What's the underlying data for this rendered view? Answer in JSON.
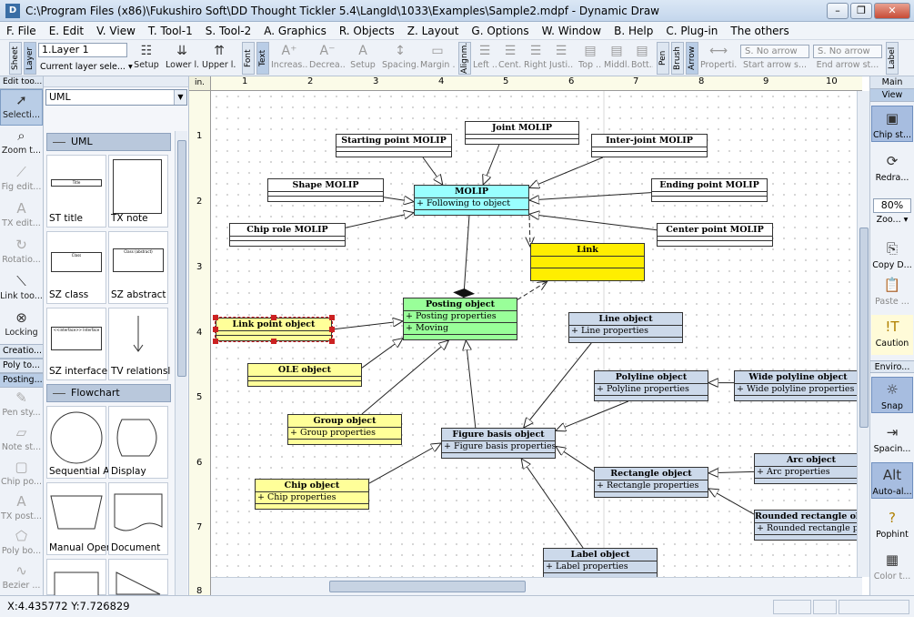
{
  "window": {
    "title": "C:\\Program Files (x86)\\Fukushiro Soft\\DD Thought Tickler 5.4\\LangId\\1033\\Examples\\Sample2.mdpf - Dynamic Draw",
    "app_icon": "dd-app-icon",
    "minimize": "–",
    "restore": "❐",
    "close": "✕"
  },
  "menu": [
    "F. File",
    "E. Edit",
    "V. View",
    "T. Tool-1",
    "S. Tool-2",
    "A. Graphics",
    "R. Objects",
    "Z. Layout",
    "G. Options",
    "W. Window",
    "B. Help",
    "C. Plug-in",
    "The others"
  ],
  "toolbar": {
    "tabs": {
      "sheet": "Sheet",
      "layer": "Layer",
      "font": "Font",
      "text": "Text",
      "alignment": "Alignm.",
      "pen": "Pen",
      "brush": "Brush",
      "arrow": "Arrow",
      "label": "Label"
    },
    "layer_value": "1.Layer 1",
    "layer_caption": "Current layer sele...",
    "setup": "Setup",
    "lower": "Lower l...",
    "upper": "Upper l...",
    "increase": "Increas...",
    "decrease": "Decrea...",
    "text_setup": "Setup",
    "spacing": "Spacing...",
    "margin": "Margin ...",
    "left": "Left ...",
    "center": "Cent...",
    "right": "Right...",
    "justify": "Justi...",
    "top": "Top ...",
    "middle": "Middl...",
    "bottom": "Bott...",
    "properties": "Properti...",
    "start_arrow_value": "S. No arrow",
    "start_arrow_caption": "Start arrow s...",
    "end_arrow_value": "S. No arrow",
    "end_arrow_caption": "End arrow st..."
  },
  "left_tools": {
    "header": "Edit too...",
    "items": [
      {
        "label": "Selecti...",
        "icon": "arrow-pointer-icon"
      },
      {
        "label": "Zoom t...",
        "icon": "magnifier-icon"
      },
      {
        "label": "Fig edit...",
        "icon": "fig-edit-icon"
      },
      {
        "label": "TX edit...",
        "icon": "text-edit-icon"
      },
      {
        "label": "Rotatio...",
        "icon": "rotate-icon"
      },
      {
        "label": "Link too...",
        "icon": "link-tool-icon"
      },
      {
        "label": "Locking",
        "icon": "lock-icon"
      }
    ],
    "bars": [
      "Creatio...",
      "Poly to...",
      "Posting..."
    ],
    "items2": [
      {
        "label": "Pen sty...",
        "icon": "pen-style-icon"
      },
      {
        "label": "Note st...",
        "icon": "note-style-icon"
      },
      {
        "label": "Chip po...",
        "icon": "chip-post-icon"
      },
      {
        "label": "TX post...",
        "icon": "text-post-icon"
      },
      {
        "label": "Poly bo...",
        "icon": "poly-box-icon"
      },
      {
        "label": "Bezier ...",
        "icon": "bezier-icon"
      }
    ]
  },
  "shape_panel": {
    "category_select": "UML",
    "categories": [
      "UML",
      "Flowchart"
    ],
    "uml_items": [
      "ST title",
      "TX note",
      "SZ class",
      "SZ abstract",
      "SZ interface",
      "TV relationsl"
    ],
    "thumb_texts": {
      "title": "Title",
      "class": "Class",
      "abstract": "Class (abstract)",
      "interface": "<<interface>> Interface"
    },
    "flow_items": [
      "Sequential A",
      "Display",
      "Manual Oper",
      "Document"
    ]
  },
  "ruler": {
    "corner": "in.",
    "h_labels": [
      "1",
      "2",
      "3",
      "4",
      "5",
      "6",
      "7",
      "8",
      "9",
      "10"
    ],
    "v_labels": [
      "1",
      "2",
      "3",
      "4",
      "5",
      "6",
      "7",
      "8"
    ]
  },
  "diagram": {
    "boxes": [
      {
        "id": "starting",
        "name": "Starting point MOLIP",
        "props": [],
        "color": "#ffffff"
      },
      {
        "id": "joint",
        "name": "Joint MOLIP",
        "props": [],
        "color": "#ffffff"
      },
      {
        "id": "interjoint",
        "name": "Inter-joint MOLIP",
        "props": [],
        "color": "#ffffff"
      },
      {
        "id": "shape",
        "name": "Shape MOLIP",
        "props": [],
        "color": "#ffffff"
      },
      {
        "id": "molip",
        "name": "MOLIP",
        "props": [
          "+ Following to object"
        ],
        "color": "#99ffff"
      },
      {
        "id": "ending",
        "name": "Ending point MOLIP",
        "props": [],
        "color": "#ffffff"
      },
      {
        "id": "chiprole",
        "name": "Chip role MOLIP",
        "props": [],
        "color": "#ffffff"
      },
      {
        "id": "center",
        "name": "Center point MOLIP",
        "props": [],
        "color": "#ffffff"
      },
      {
        "id": "link",
        "name": "Link",
        "props": [],
        "color": "#ffee00"
      },
      {
        "id": "posting",
        "name": "Posting object",
        "props": [
          "+ Posting properties",
          "+ Moving"
        ],
        "color": "#99ff99"
      },
      {
        "id": "linkpoint",
        "name": "Link point object",
        "props": [],
        "color": "#ffff99"
      },
      {
        "id": "line",
        "name": "Line object",
        "props": [
          "+ Line properties"
        ],
        "color": "#ccd9ea"
      },
      {
        "id": "ole",
        "name": "OLE object",
        "props": [],
        "color": "#ffff99"
      },
      {
        "id": "polyline",
        "name": "Polyline object",
        "props": [
          "+ Polyline properties"
        ],
        "color": "#ccd9ea"
      },
      {
        "id": "widepolyline",
        "name": "Wide polyline object",
        "props": [
          "+ Wide polyline properties"
        ],
        "color": "#ccd9ea"
      },
      {
        "id": "group",
        "name": "Group object",
        "props": [
          "+ Group properties"
        ],
        "color": "#ffff99"
      },
      {
        "id": "figure",
        "name": "Figure basis object",
        "props": [
          "+ Figure basis properties"
        ],
        "color": "#ccd9ea"
      },
      {
        "id": "arc",
        "name": "Arc object",
        "props": [
          "+ Arc properties"
        ],
        "color": "#ccd9ea"
      },
      {
        "id": "rectangle",
        "name": "Rectangle object",
        "props": [
          "+ Rectangle properties"
        ],
        "color": "#ccd9ea"
      },
      {
        "id": "chip",
        "name": "Chip object",
        "props": [
          "+ Chip properties"
        ],
        "color": "#ffff99"
      },
      {
        "id": "rounded",
        "name": "Rounded rectangle object",
        "props": [
          "+ Rounded rectangle properties"
        ],
        "color": "#ccd9ea"
      },
      {
        "id": "label",
        "name": "Label object",
        "props": [
          "+ Label properties"
        ],
        "color": "#ccd9ea"
      }
    ]
  },
  "right_tools": {
    "header": "Main",
    "view_bar": "View",
    "items": [
      {
        "label": "Chip st...",
        "icon": "chip-style-icon"
      },
      {
        "label": "Redra...",
        "icon": "redraw-icon"
      },
      {
        "label": "Zoo...",
        "icon": "zoom-dropdown-icon"
      },
      {
        "label": "Copy D...",
        "icon": "copy-icon"
      },
      {
        "label": "Paste ...",
        "icon": "paste-icon"
      },
      {
        "label": "Caution",
        "icon": "caution-icon"
      }
    ],
    "zoom": "80%",
    "env_bar": "Enviro...",
    "items2": [
      {
        "label": "Snap",
        "icon": "snap-icon"
      },
      {
        "label": "Spacin...",
        "icon": "spacing-icon"
      },
      {
        "label": "Auto-al...",
        "icon": "auto-align-icon"
      },
      {
        "label": "Pophint",
        "icon": "pophint-icon"
      },
      {
        "label": "Color t...",
        "icon": "color-tool-icon"
      }
    ]
  },
  "status": {
    "coords": "X:4.435772 Y:7.726829"
  },
  "colors": {
    "accent": "#b9cde6",
    "canvas": "#ffffff",
    "selection_handle": "#cc2222"
  }
}
